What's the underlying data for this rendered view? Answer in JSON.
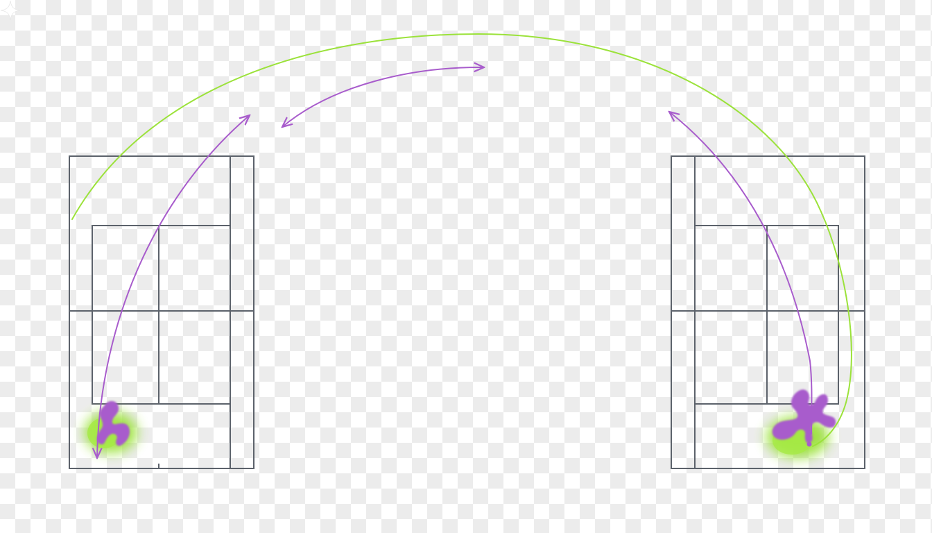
{
  "colors": {
    "court_line": "#5c626b",
    "green": "#9be23a",
    "purple": "#a85ccc",
    "checker": "#ececec"
  },
  "icons": {
    "watermark": "sparkle-icon"
  },
  "courts": [
    {
      "name": "left-court"
    },
    {
      "name": "right-court"
    }
  ],
  "trajectories": [
    {
      "name": "green-lob-arc",
      "color": "green",
      "arrowheads": 0
    },
    {
      "name": "purple-arc-left-up",
      "color": "purple",
      "arrowheads": 2
    },
    {
      "name": "purple-arc-top-center",
      "color": "purple",
      "arrowheads": 2
    },
    {
      "name": "purple-arc-right-down",
      "color": "purple",
      "arrowheads": 1
    }
  ]
}
